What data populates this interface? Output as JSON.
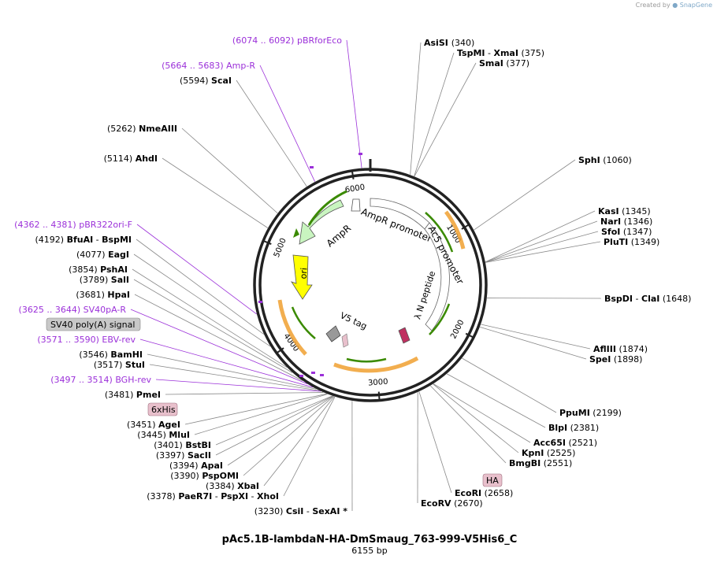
{
  "credit": {
    "prefix": "Created by",
    "brand": "SnapGene"
  },
  "plasmid": {
    "name": "pAc5.1B-lambdaN-HA-DmSmaug_763-999-V5His6_C",
    "size_label": "6155 bp",
    "length": 6155
  },
  "ticks": [
    {
      "bp": 1000,
      "label": "1000"
    },
    {
      "bp": 2000,
      "label": "2000"
    },
    {
      "bp": 3000,
      "label": "3000"
    },
    {
      "bp": 4000,
      "label": "4000"
    },
    {
      "bp": 5000,
      "label": "5000"
    },
    {
      "bp": 6000,
      "label": "6000"
    }
  ],
  "features": [
    {
      "name": "AmpR",
      "label": "AmpR",
      "color": "#c9f5c0"
    },
    {
      "name": "AmpR promoter",
      "label": "AmpR promoter",
      "color": "#ffffff"
    },
    {
      "name": "Ac5 promoter",
      "label": "Ac5 promoter",
      "color": "#ffffff"
    },
    {
      "name": "ori",
      "label": "ori",
      "color": "#ffff00"
    },
    {
      "name": "lambda N peptide",
      "label": "λ N peptide",
      "color": "#c03060"
    },
    {
      "name": "V5 tag",
      "label": "V5 tag",
      "color": "#999999"
    }
  ],
  "boxed_features": [
    {
      "label": "SV40 poly(A) signal",
      "color": "#c8c8c8"
    },
    {
      "label": "6xHis",
      "color": "#e8c0cc"
    },
    {
      "label": "HA",
      "color": "#e8c0cc"
    }
  ],
  "colors": {
    "enzyme": "#000000",
    "primer": "#9b30d9",
    "orf": "#f0a030",
    "orf_arrow": "#3a8a00"
  },
  "right_labels": [
    {
      "pos": "(340)",
      "name": "AsiSI"
    },
    {
      "name": "TspMI",
      "sep": "- XmaI",
      "pos": "(375)"
    },
    {
      "name": "SmaI",
      "pos": "(377)"
    },
    {
      "name": "SphI",
      "pos": "(1060)"
    },
    {
      "name": "KasI",
      "pos": "(1345)"
    },
    {
      "name": "NarI",
      "pos": "(1346)"
    },
    {
      "name": "SfoI",
      "pos": "(1347)"
    },
    {
      "name": "PluTI",
      "pos": "(1349)"
    },
    {
      "name": "BspDI",
      "sep": "- ClaI",
      "pos": "(1648)"
    },
    {
      "name": "AflIII",
      "pos": "(1874)"
    },
    {
      "name": "SpeI",
      "pos": "(1898)"
    },
    {
      "name": "PpuMI",
      "pos": "(2199)"
    },
    {
      "name": "BlpI",
      "pos": "(2381)"
    },
    {
      "name": "Acc65I",
      "pos": "(2521)"
    },
    {
      "name": "KpnI",
      "pos": "(2525)"
    },
    {
      "name": "BmgBI",
      "pos": "(2551)"
    },
    {
      "name": "EcoRI",
      "pos": "(2658)"
    },
    {
      "name": "EcoRV",
      "pos": "(2670)"
    }
  ],
  "left_labels": [
    {
      "pos": "(6074 .. 6092)",
      "name": "pBRforEco",
      "kind": "primer"
    },
    {
      "pos": "(5664 .. 5683)",
      "name": "Amp-R",
      "kind": "primer"
    },
    {
      "pos": "(5594)",
      "name": "ScaI"
    },
    {
      "pos": "(5262)",
      "name": "NmeAIII"
    },
    {
      "pos": "(5114)",
      "name": "AhdI"
    },
    {
      "pos": "(4362 .. 4381)",
      "name": "pBR322ori-F",
      "kind": "primer"
    },
    {
      "pos": "(4192)",
      "name": "BfuAI",
      "sep": "- BspMI"
    },
    {
      "pos": "(4077)",
      "name": "EagI"
    },
    {
      "pos": "(3854)",
      "name": "PshAI"
    },
    {
      "pos": "(3789)",
      "name": "SalI"
    },
    {
      "pos": "(3681)",
      "name": "HpaI"
    },
    {
      "pos": "(3625 .. 3644)",
      "name": "SV40pA-R",
      "kind": "primer"
    },
    {
      "pos": "(3571 .. 3590)",
      "name": "EBV-rev",
      "kind": "primer"
    },
    {
      "pos": "(3546)",
      "name": "BamHI"
    },
    {
      "pos": "(3517)",
      "name": "StuI"
    },
    {
      "pos": "(3497 .. 3514)",
      "name": "BGH-rev",
      "kind": "primer"
    },
    {
      "pos": "(3481)",
      "name": "PmeI"
    },
    {
      "pos": "(3451)",
      "name": "AgeI"
    },
    {
      "pos": "(3445)",
      "name": "MluI"
    },
    {
      "pos": "(3401)",
      "name": "BstBI"
    },
    {
      "pos": "(3397)",
      "name": "SacII"
    },
    {
      "pos": "(3394)",
      "name": "ApaI"
    },
    {
      "pos": "(3390)",
      "name": "PspOMI"
    },
    {
      "pos": "(3384)",
      "name": "XbaI"
    },
    {
      "pos": "(3378)",
      "name": "PaeR7I",
      "sep": "- PspXI",
      "name2": "- XhoI"
    },
    {
      "pos": "(3230)",
      "name": "CsiI",
      "sep": "- SexAI *"
    }
  ]
}
